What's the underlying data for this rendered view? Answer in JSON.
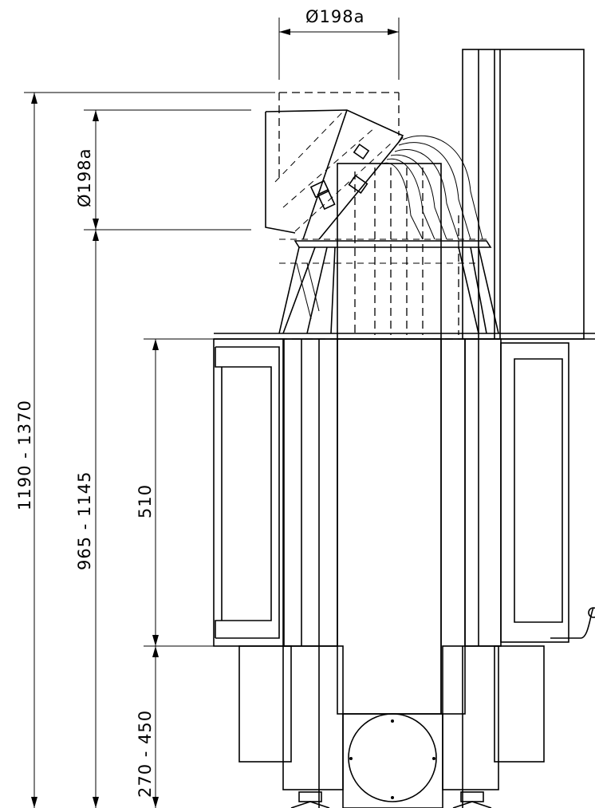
{
  "dimensions": {
    "top_diameter": "Ø198a",
    "side_diameter": "Ø198a",
    "overall_height": "1190 - 1370",
    "connection_height": "965 - 1145",
    "door_height": "510",
    "base_height": "270 - 450"
  }
}
